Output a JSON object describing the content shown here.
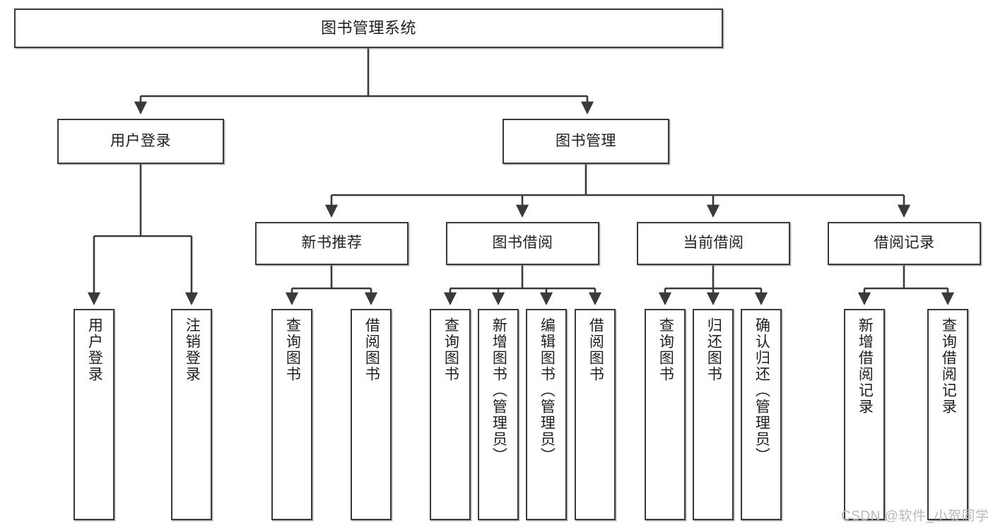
{
  "diagram": {
    "title": "图书管理系统",
    "type": "tree-hierarchy-chart",
    "root": {
      "label": "图书管理系统"
    },
    "level2": [
      {
        "label": "用户登录"
      },
      {
        "label": "图书管理"
      }
    ],
    "level3": [
      {
        "label": "新书推荐"
      },
      {
        "label": "图书借阅"
      },
      {
        "label": "当前借阅"
      },
      {
        "label": "借阅记录"
      }
    ],
    "leaves": {
      "user_login": [
        {
          "label": "用户登录"
        },
        {
          "label": "注销登录"
        }
      ],
      "new_book_recommend": [
        {
          "label": "查询图书"
        },
        {
          "label": "借阅图书"
        }
      ],
      "book_borrow": [
        {
          "label": "查询图书"
        },
        {
          "label": "新增图书（管理员）"
        },
        {
          "label": "编辑图书（管理员）"
        },
        {
          "label": "借阅图书"
        }
      ],
      "current_borrow": [
        {
          "label": "查询图书"
        },
        {
          "label": "归还图书"
        },
        {
          "label": "确认归还（管理员）"
        }
      ],
      "borrow_record": [
        {
          "label": "新增借阅记录"
        },
        {
          "label": "查询借阅记录"
        }
      ]
    }
  },
  "watermark": {
    "text": "CSDN @软件_小贺同学"
  },
  "colors": {
    "box_border": "#3a3a3a",
    "box_fill": "#ffffff",
    "connector": "#3a3a3a",
    "text": "#1f1f1f",
    "watermark": "#b9b9b9"
  }
}
